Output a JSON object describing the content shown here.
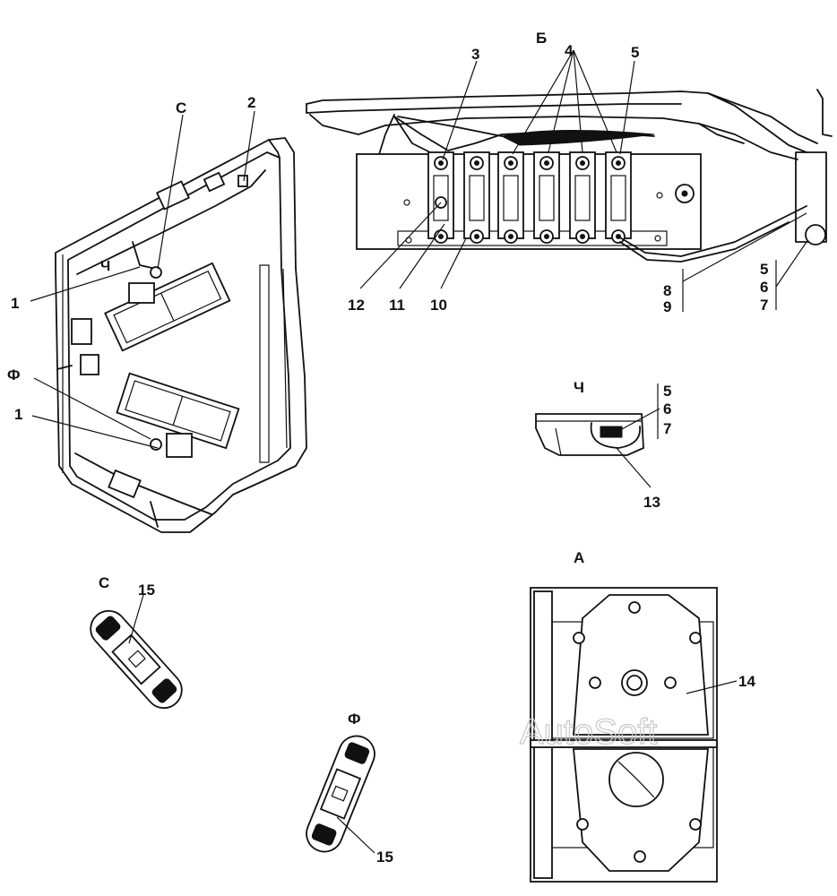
{
  "labels": {
    "top": {
      "b": "Б",
      "n3": "3",
      "n4": "4",
      "n5": "5",
      "n12": "12",
      "n11": "11",
      "n10": "10",
      "n8": "8",
      "n9": "9",
      "r5": "5",
      "r6": "6",
      "r7": "7"
    },
    "cabin": {
      "c": "С",
      "n2": "2",
      "ch": "Ч",
      "n1a": "1",
      "f": "Ф",
      "n1b": "1"
    },
    "detail_ch": {
      "title": "Ч",
      "n5": "5",
      "n6": "6",
      "n7": "7",
      "n13": "13"
    },
    "detail_c": {
      "title": "С",
      "n15": "15"
    },
    "detail_f": {
      "title": "Ф",
      "n15": "15"
    },
    "detail_a": {
      "title": "А",
      "n14": "14"
    }
  },
  "watermark": "AutoSoft"
}
